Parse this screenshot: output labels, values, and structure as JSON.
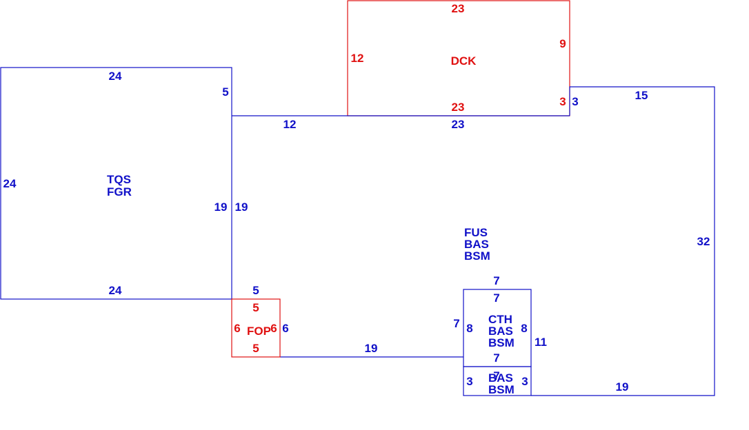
{
  "colors": {
    "living": "#1010c8",
    "exterior": "#e01010"
  },
  "areas": [
    {
      "id": "tqs",
      "color": "living",
      "labels": [
        "TQS",
        "FGR"
      ],
      "dims": [
        "24",
        "5",
        "24",
        "24",
        "19"
      ]
    },
    {
      "id": "dck",
      "color": "exterior",
      "labels": [
        "DCK"
      ],
      "dims": [
        "23",
        "9",
        "12",
        "23",
        "3"
      ]
    },
    {
      "id": "fus",
      "color": "living",
      "labels": [
        "FUS",
        "BAS",
        "BSM"
      ],
      "dims": [
        "12",
        "23",
        "3",
        "15",
        "19",
        "32",
        "5",
        "6",
        "19",
        "7",
        "19"
      ]
    },
    {
      "id": "fop",
      "color": "exterior",
      "labels": [
        "FOP"
      ],
      "dims": [
        "5",
        "6",
        "6",
        "5"
      ]
    },
    {
      "id": "cth",
      "color": "living",
      "labels": [
        "CTH",
        "BAS",
        "BSM"
      ],
      "dims": [
        "7",
        "7",
        "8",
        "8",
        "11",
        "7"
      ]
    },
    {
      "id": "bas",
      "color": "living",
      "labels": [
        "BAS",
        "BSM"
      ],
      "dims": [
        "3",
        "7",
        "3"
      ]
    }
  ]
}
